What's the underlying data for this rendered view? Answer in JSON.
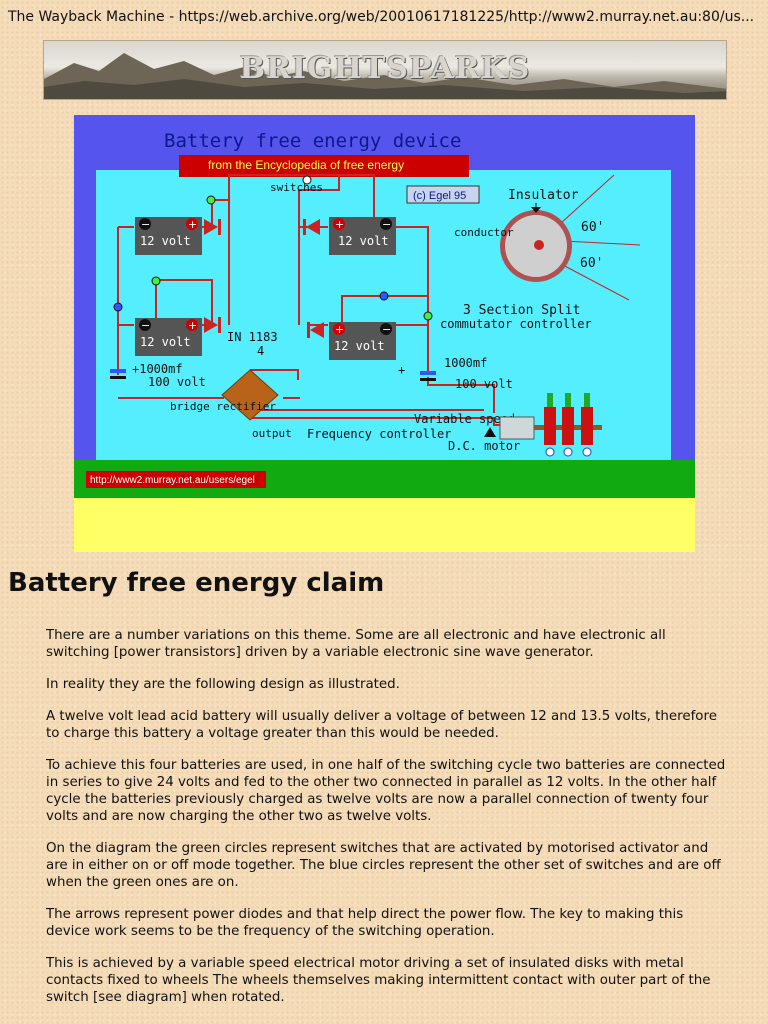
{
  "window": {
    "title": "The Wayback Machine - https://web.archive.org/web/20010617181225/http://www2.murray.net.au:80/us..."
  },
  "banner": {
    "text": "BRIGHTSPARKS"
  },
  "diagram": {
    "title": "Battery  free  energy  device",
    "subtitle": "from  the Encyclopedia of free energy",
    "copyright": "(c) Egel 95",
    "switches_label": "switches",
    "battery_label": "12 volt",
    "diode_label": "IN  1183",
    "diode_label_2": "4",
    "capacitor_left_value": "+1000mf",
    "capacitor_left_volt": "100 volt",
    "capacitor_right_value": "1000mf",
    "capacitor_right_volt": "100 volt",
    "plus_sign": "+",
    "bridge_label": "bridge rectifier",
    "output_label": "output",
    "frequency_label": "Frequency controller",
    "variable_speed_label": "Variable speed",
    "motor_label": "D.C. motor",
    "insulator_label": "Insulator",
    "conductor_label": "conductor",
    "angle_top": "60'",
    "angle_bottom": "60'",
    "commutator_line1": "3 Section Split",
    "commutator_line2": "commutator controller",
    "url_link": "http://www2.murray.net.au/users/egel",
    "colors": {
      "frame": "#5555ee",
      "panel": "#55eeff",
      "banner_red": "#cc0000",
      "green_band": "#11aa11",
      "yellow_band": "#ffff66",
      "battery": "#555555"
    }
  },
  "article": {
    "heading": "Battery free energy claim",
    "paragraphs": [
      "There are a number variations on this theme. Some are all electronic and have electronic all switching [power transistors] driven by a variable electronic sine wave generator.",
      "In reality they are the following design as illustrated.",
      "A twelve volt lead acid battery will usually deliver a voltage of between 12 and 13.5 volts, therefore to charge this battery a voltage greater than this would be needed.",
      "To achieve this four batteries are used, in one half of the switching cycle two batteries are connected in series to give 24 volts and fed to the other two connected in parallel as 12 volts. In the other half cycle the batteries previously charged as twelve volts are now a parallel connection of twenty four volts and are now charging the other two as twelve volts.",
      "On the diagram the green circles represent switches that are activated by motorised activator and are in either on or off mode together. The blue circles represent the other set of switches and are off when the green ones are on.",
      "The arrows represent power diodes and that help direct the power flow. The key to making this device work seems to be the frequency of the switching operation.",
      "This is achieved by a variable speed electrical motor driving a set of insulated disks with metal contacts fixed to wheels The wheels themselves making intermittent contact with outer part of the switch [see diagram] when rotated."
    ]
  }
}
